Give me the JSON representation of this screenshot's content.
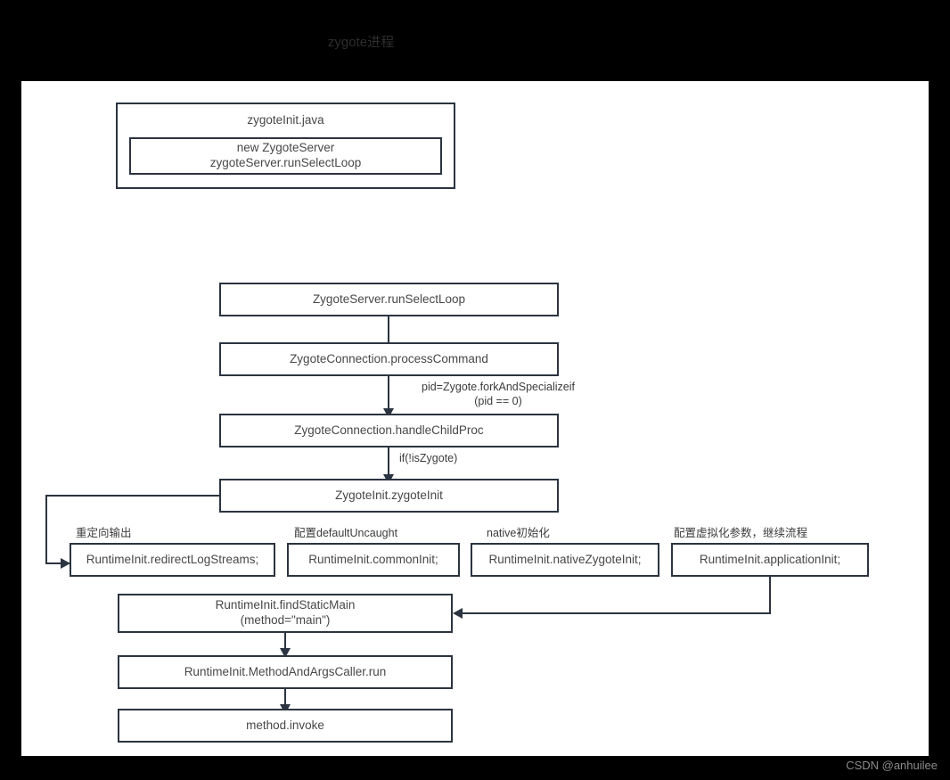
{
  "title": "zygote进程",
  "watermark": "CSDN @anhuilee",
  "colors": {
    "background": "#000000",
    "panel": "#ffffff",
    "stroke": "#2b3440",
    "text": "#484848",
    "title_text": "#2d2d2d",
    "watermark_text": "#8a8a8a"
  },
  "nodes": {
    "zygote_init_java": "zygoteInit.java",
    "new_zygote_server": "new ZygoteServer\nzygoteServer.runSelectLoop",
    "run_select_loop": "ZygoteServer.runSelectLoop",
    "process_command": "ZygoteConnection.processCommand",
    "handle_child_proc": "ZygoteConnection.handleChildProc",
    "zygote_init": "ZygoteInit.zygoteInit",
    "redirect_log_streams": "RuntimeInit.redirectLogStreams;",
    "common_init": "RuntimeInit.commonInit;",
    "native_zygote_init": "RuntimeInit.nativeZygoteInit;",
    "application_init": "RuntimeInit.applicationInit;",
    "find_static_main": "RuntimeInit.findStaticMain\n(method=\"main\")",
    "method_and_args_caller_run": "RuntimeInit.MethodAndArgsCaller.run",
    "method_invoke": "method.invoke"
  },
  "edge_labels": {
    "fork_and_specialize": "pid=Zygote.forkAndSpecializeif\n(pid == 0)",
    "if_not_zygote": "if(!isZygote)"
  },
  "column_labels": {
    "redirect": "重定向输出",
    "common": "配置defaultUncaught",
    "native": "native初始化",
    "application": "配置虚拟化参数，继续流程"
  }
}
